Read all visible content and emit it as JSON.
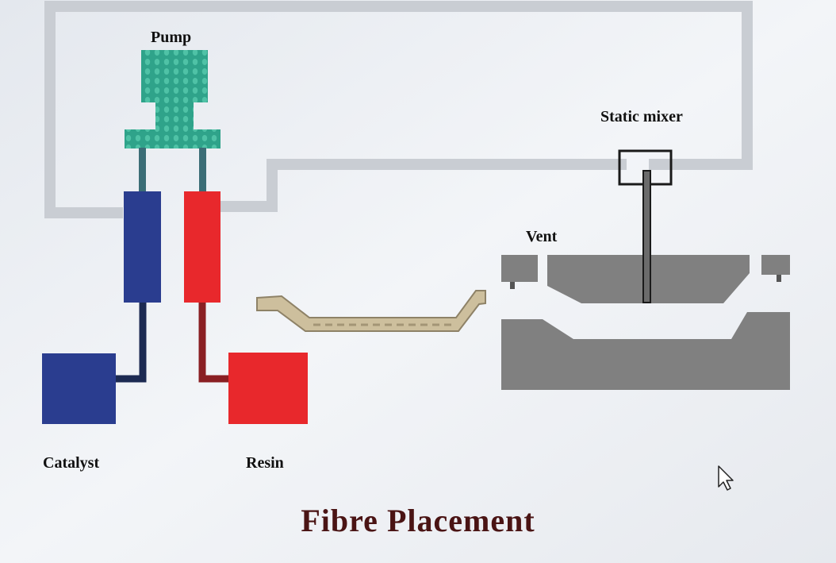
{
  "title": "Fibre Placement",
  "labels": {
    "pump": "Pump",
    "static_mixer": "Static mixer",
    "vent": "Vent",
    "catalyst": "Catalyst",
    "resin": "Resin"
  },
  "colors": {
    "background": "#e9edf3",
    "frame_line": "#c9cdd3",
    "pump": "#2fa38a",
    "catalyst": "#2a3d8f",
    "resin": "#e8282c",
    "mould": "#808080",
    "preform": "#cdbf9d",
    "title": "#4a1414"
  },
  "icons": {
    "cursor": "mouse-pointer-icon"
  }
}
